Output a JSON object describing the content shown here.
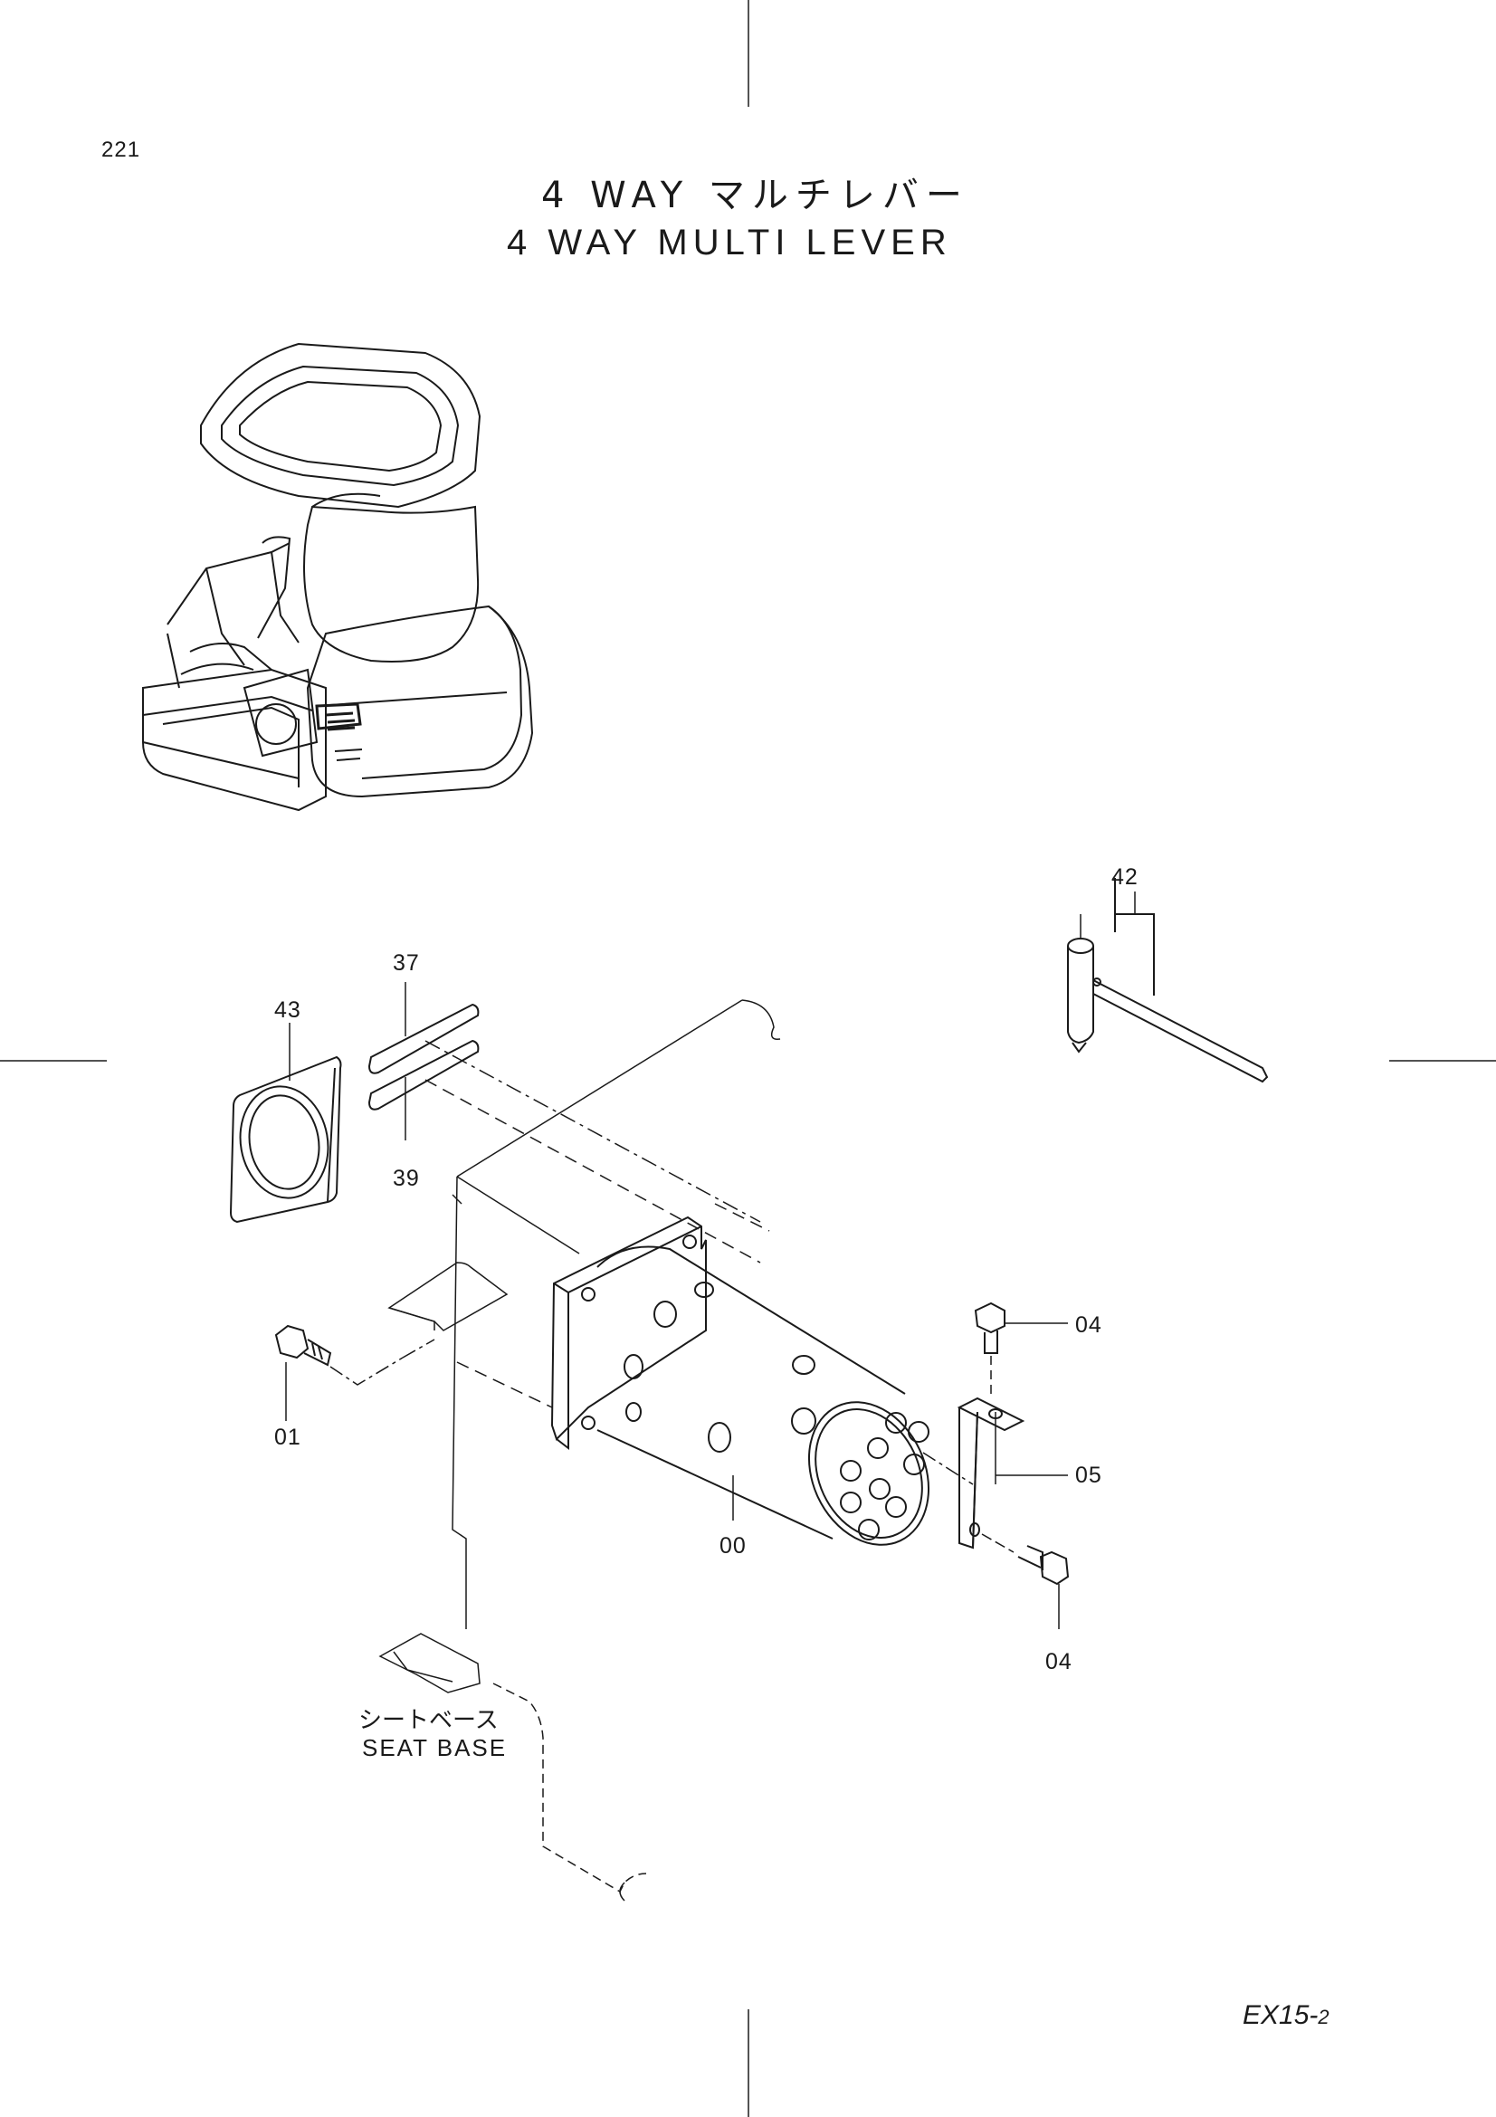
{
  "page": {
    "number": "221",
    "title_jp": "4 WAY マルチレバー",
    "title_en": "4 WAY MULTI LEVER"
  },
  "callouts": [
    {
      "id": "43",
      "part": "rubber-seal"
    },
    {
      "id": "37",
      "part": "plate-upper"
    },
    {
      "id": "39",
      "part": "plate-lower"
    },
    {
      "id": "42",
      "part": "lever-pin"
    },
    {
      "id": "01",
      "part": "bolt"
    },
    {
      "id": "00",
      "part": "swivel-joint"
    },
    {
      "id": "04",
      "part": "bolt-upper"
    },
    {
      "id": "05",
      "part": "bracket"
    },
    {
      "id": "04b",
      "label": "04",
      "part": "bolt-lower"
    }
  ],
  "seat_base": {
    "label_jp": "シートベース",
    "label_en": "SEAT BASE"
  },
  "footer": {
    "code_main": "EX15-",
    "code_sub": "2"
  },
  "colors": {
    "line": "#1a1a1a",
    "background": "#ffffff"
  }
}
